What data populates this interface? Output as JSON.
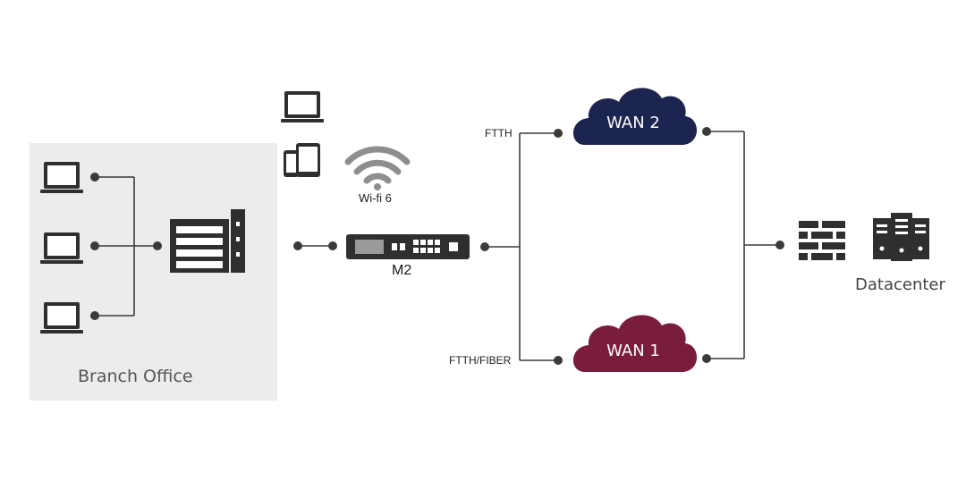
{
  "branch_office": {
    "label": "Branch Office"
  },
  "wifi": {
    "label": "Wi-fi 6"
  },
  "device": {
    "label": "M2"
  },
  "links": {
    "upper_label": "FTTH",
    "lower_label": "FTTH/FIBER"
  },
  "clouds": {
    "wan2": {
      "label": "WAN 2",
      "color": "#1c2450"
    },
    "wan1": {
      "label": "WAN 1",
      "color": "#7a1d3a"
    }
  },
  "datacenter": {
    "label": "Datacenter"
  },
  "colors": {
    "icon": "#2f2f2f",
    "line": "#3a3a3a",
    "panel": "#ececec"
  },
  "icons": [
    "laptop-icon",
    "tablet-phone-icon",
    "wifi-icon",
    "firewall-appliance-icon",
    "router-icon",
    "cloud-icon",
    "brick-wall-firewall-icon",
    "server-rack-icon"
  ]
}
